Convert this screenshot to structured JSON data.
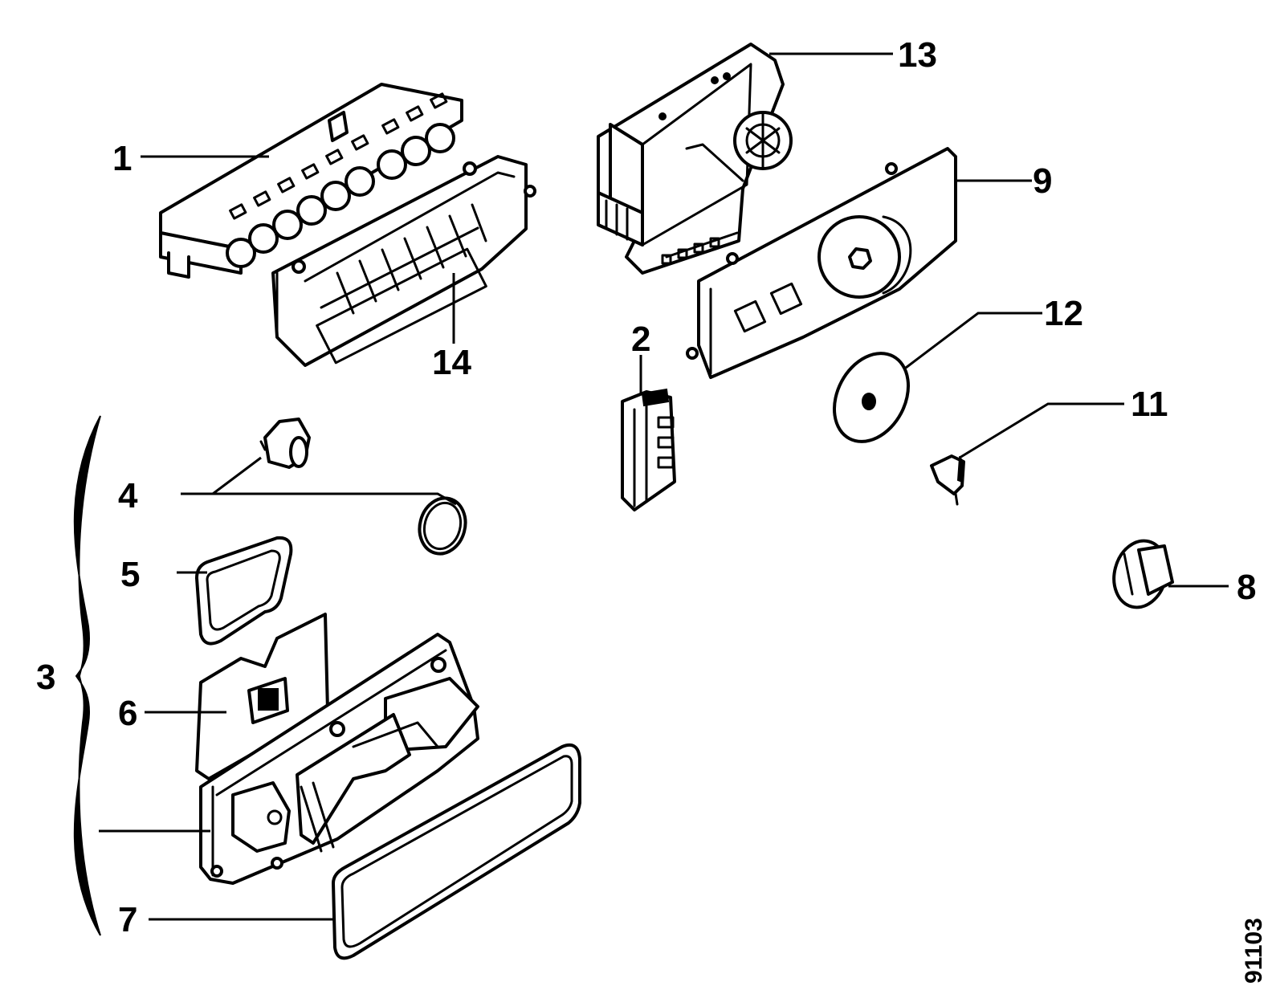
{
  "callouts": {
    "c1": "1",
    "c2": "2",
    "c3": "3",
    "c4": "4",
    "c5": "5",
    "c6": "6",
    "c7": "7",
    "c8": "8",
    "c9": "9",
    "c11": "11",
    "c12": "12",
    "c13": "13",
    "c14": "14"
  },
  "drawing_number": "91103",
  "colors": {
    "line": "#000000",
    "background": "#ffffff"
  }
}
